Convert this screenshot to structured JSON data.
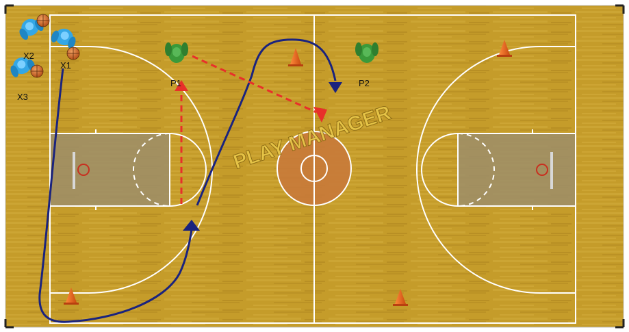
{
  "watermark": "PLAY MANAGER",
  "players": {
    "x1": "X1",
    "x2": "X2",
    "x3": "X3",
    "p1": "P1",
    "p2": "P2"
  },
  "colors": {
    "floor": "#c9a02c",
    "floor_dark": "#a87e1c",
    "lines": "#ffffff",
    "key_paint": "#9c8e6a",
    "center_circle": "#c87a3a",
    "pass_arrow": "#e8302a",
    "dribble_path": "#1a237e",
    "offense_player": "#3a9a3a",
    "defense_player": "#34a7e6",
    "cone": "#f06418",
    "ball": "#d9762a"
  },
  "icons": [
    "offense-player-icon",
    "defense-player-icon",
    "basketball-icon",
    "cone-icon",
    "hoop-icon"
  ]
}
